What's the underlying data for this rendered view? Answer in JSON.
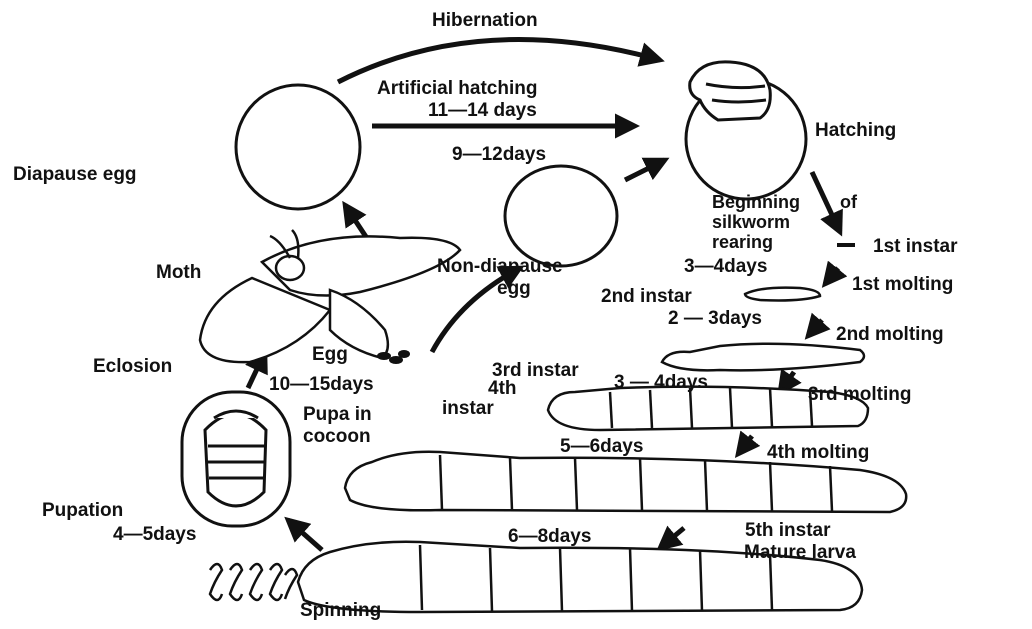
{
  "labels": {
    "hibernation": "Hibernation",
    "artificial_hatching": "Artificial hatching",
    "artificial_days": "11—14 days",
    "nine_twelve_days": "9—12days",
    "hatching": "Hatching",
    "diapause_egg": "Diapause egg",
    "beginning_line1": "Beginning",
    "beginning_of": "of",
    "beginning_line2": "silkworm",
    "beginning_line3": "rearing",
    "first_instar": "1st instar",
    "first_instar_days": "3—4days",
    "first_molting": "1st molting",
    "moth": "Moth",
    "non_diapause_line1": "Non-diapause",
    "non_diapause_line2": "egg",
    "second_instar": "2nd instar",
    "second_instar_days": "2 — 3days",
    "second_molting": "2nd molting",
    "third_instar": "3rd instar",
    "egg": "Egg",
    "eclosion": "Eclosion",
    "egg_days": "10—15days",
    "fourth_instar_line1": "4th",
    "fourth_instar_line2": "instar",
    "third_instar_days": "3 — 4days",
    "third_molting": "3rd molting",
    "pupa_line1": "Pupa in",
    "pupa_line2": "cocoon",
    "fourth_instar_days": "5—6days",
    "fourth_molting": "4th molting",
    "pupation": "Pupation",
    "pupation_days": "4—5days",
    "fifth_instar_days": "6—8days",
    "fifth_instar": "5th instar",
    "mature_larva": "Mature larva",
    "spinning": "Spinning"
  },
  "colors": {
    "ink": "#111111",
    "paper": "#ffffff"
  }
}
